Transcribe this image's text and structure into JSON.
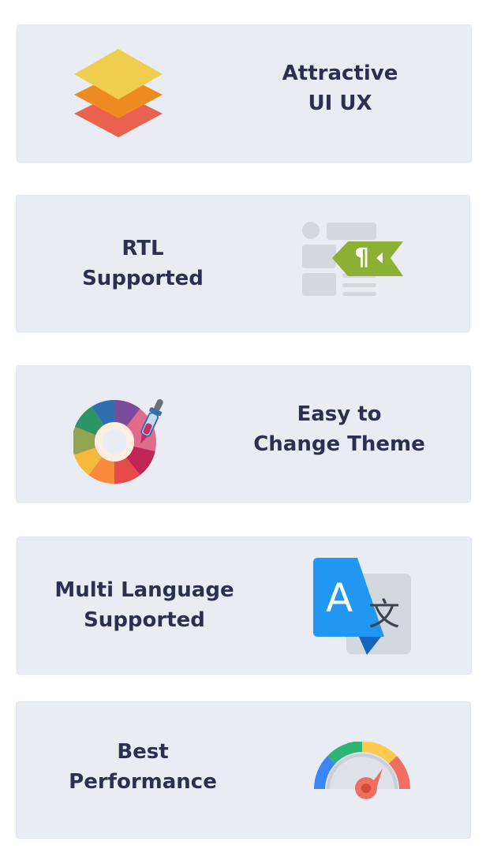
{
  "features": [
    {
      "lines": [
        "Attractive",
        "UI UX"
      ],
      "icon": "layers-icon"
    },
    {
      "lines": [
        "RTL",
        "Supported"
      ],
      "icon": "rtl-paragraph-icon"
    },
    {
      "lines": [
        "Easy to",
        "Change Theme"
      ],
      "icon": "color-wheel-icon"
    },
    {
      "lines": [
        "Multi Language",
        "Supported"
      ],
      "icon": "translate-icon"
    },
    {
      "lines": [
        "Best",
        "Performance"
      ],
      "icon": "speedometer-icon"
    }
  ],
  "rtl_icon_glyph": "¶",
  "translate_icon_glyphs": {
    "latin": "A",
    "cjk": "文"
  },
  "colors": {
    "card_bg": "#e9edf3",
    "text": "#2c3050",
    "accent_green": "#8cb033",
    "accent_blue": "#2196f3"
  }
}
